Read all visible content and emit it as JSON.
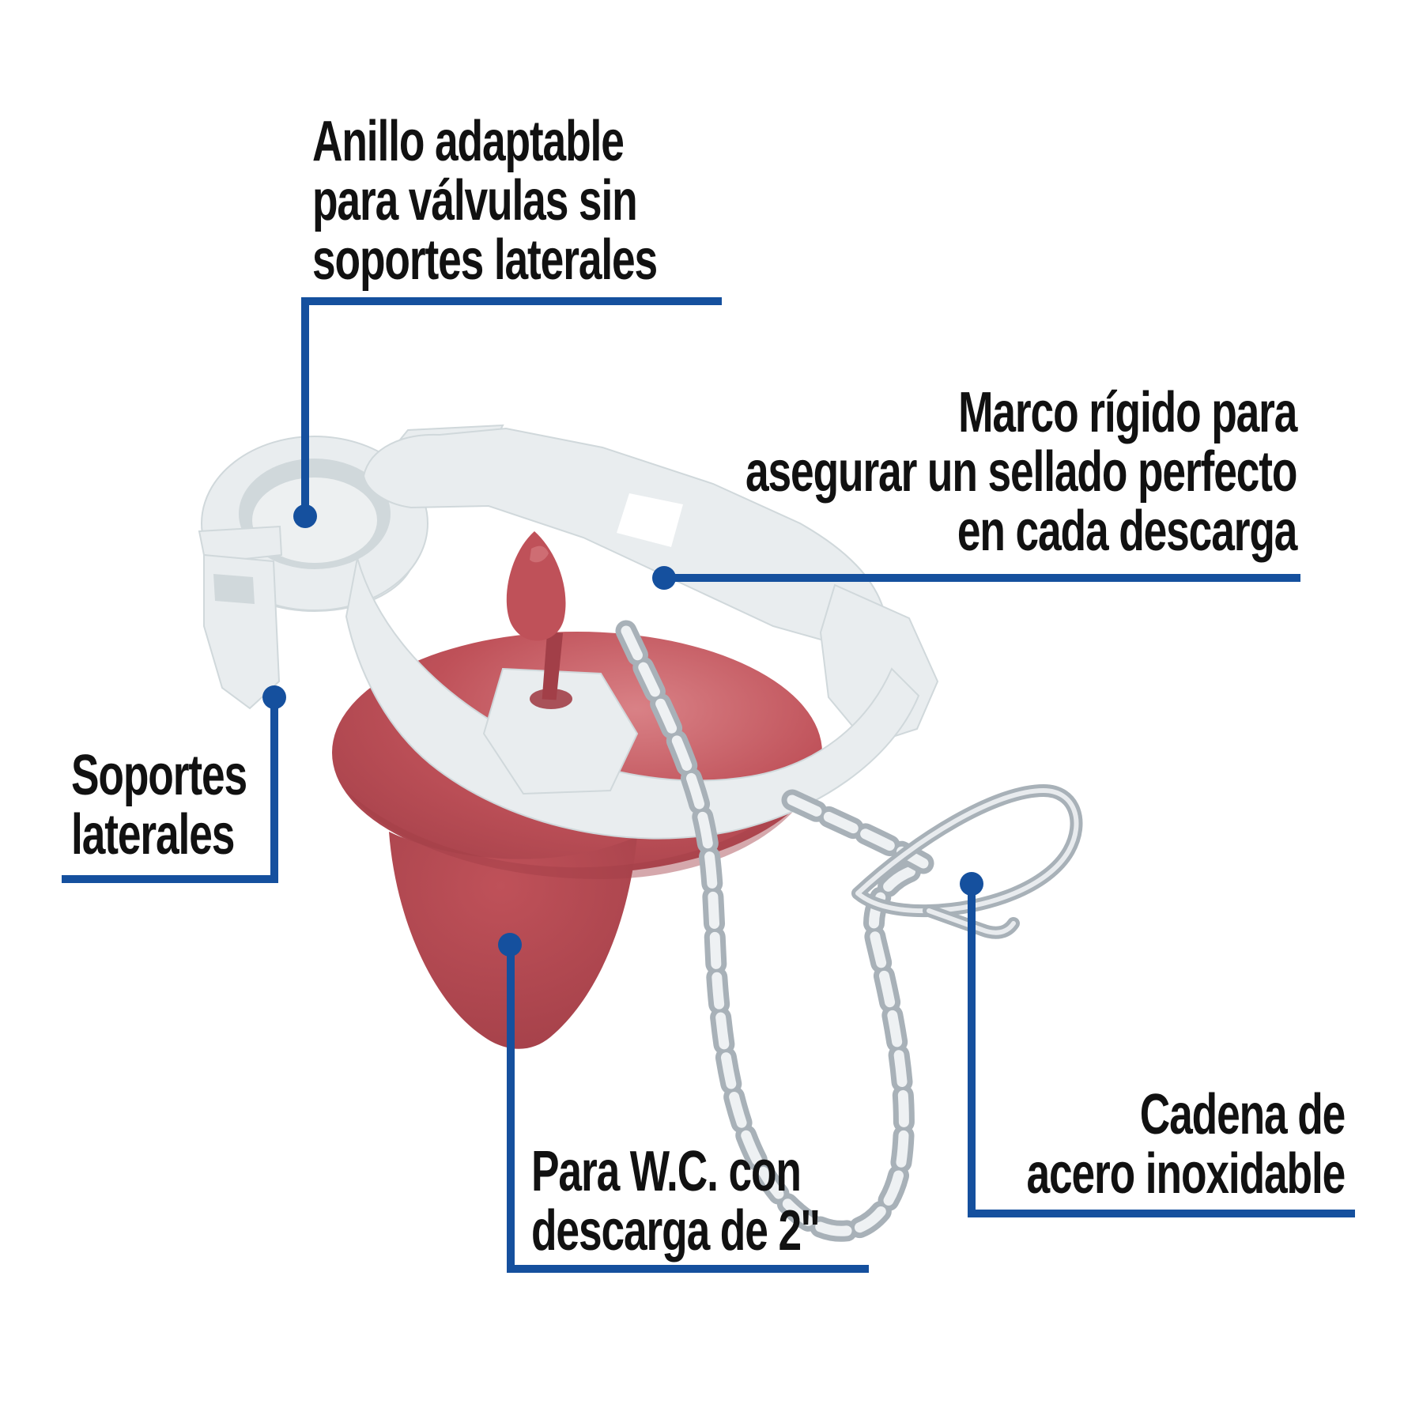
{
  "page": {
    "background": "#ffffff"
  },
  "colors": {
    "page_bg": "#ffffff",
    "accent_blue": "#15509e",
    "text": "#111111",
    "flapper_red": "#bf5159",
    "flapper_red_dark": "#a23f48",
    "flapper_red_light": "#d98186",
    "frame_gray": "#e9edef",
    "frame_gray_shadow": "#d0d8db",
    "chain_gray": "#a8b1b8"
  },
  "labels": {
    "anillo": {
      "text": "Anillo adaptable\npara válvulas sin\nsoportes laterales"
    },
    "marco": {
      "text": "Marco rígido para\nasegurar un sellado perfecto\nen cada descarga"
    },
    "soportes": {
      "text": "Soportes\nlaterales"
    },
    "para_wc": {
      "text": "Para W.C. con\ndescarga de 2''"
    },
    "cadena": {
      "text": "Cadena de\nacero inoxidable"
    }
  },
  "product": {
    "name": "toilet flapper valve with frame and chain"
  }
}
